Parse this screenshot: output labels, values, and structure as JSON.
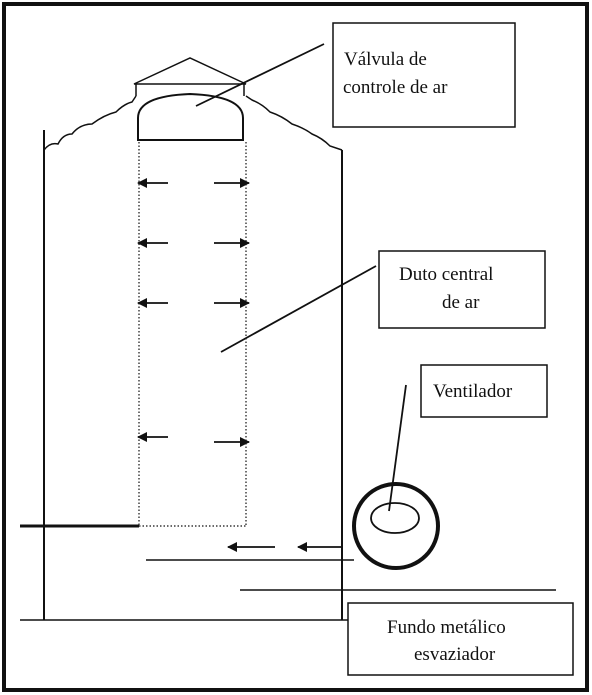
{
  "diagram": {
    "labels": {
      "valve": [
        "Válvula de",
        "controle de ar"
      ],
      "duct": [
        "Duto central",
        "de ar"
      ],
      "fan": [
        "Ventilador"
      ],
      "bottom": [
        "Fundo metálico",
        "esvaziador"
      ]
    },
    "colors": {
      "ink": "#111111",
      "background": "#ffffff"
    }
  }
}
